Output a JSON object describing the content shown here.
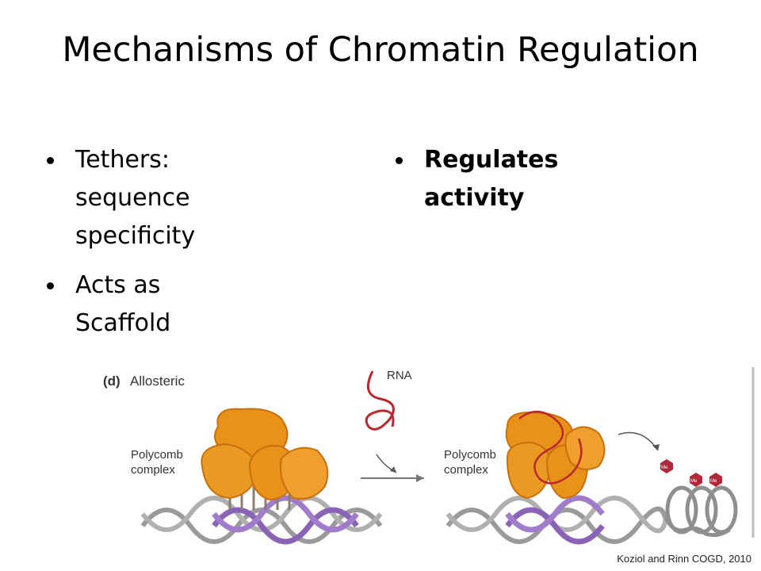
{
  "slide": {
    "title": "Mechanisms of Chromatin Regulation",
    "left_bullets": [
      {
        "line1": "Tethers:",
        "line2": "sequence",
        "line3": "specificity"
      },
      {
        "line1": "Acts as",
        "line2": "Scaffold"
      }
    ],
    "right_bullets": [
      {
        "line1": "Regulates",
        "line2": "activity"
      }
    ],
    "figure": {
      "panel_label": "(d)",
      "panel_title": "Allosteric",
      "left_label_line1": "Polycomb",
      "left_label_line2": "complex",
      "rna_label": "RNA",
      "right_label_line1": "Polycomb",
      "right_label_line2": "complex",
      "mark_label": "Me"
    },
    "credit": "Koziol and Rinn COGD, 2010"
  },
  "colors": {
    "complex": "#E8921A",
    "complex_dark": "#C8700E",
    "rna": "#B8282E",
    "dna_purple": "#8A62B8",
    "dna_gray": "#9A9A9A",
    "mark": "#B0283A"
  }
}
